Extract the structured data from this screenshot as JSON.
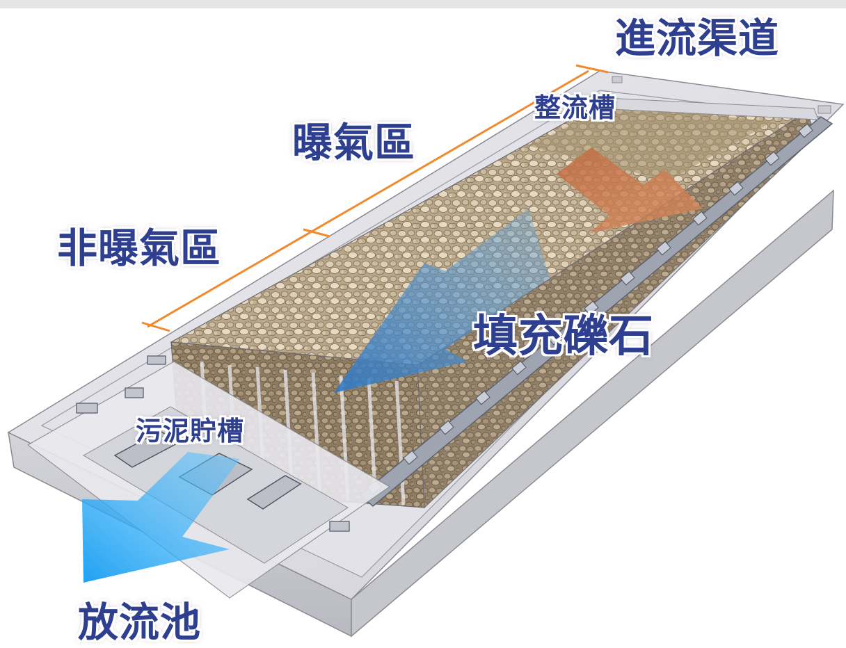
{
  "labels": {
    "inflow_channel": "進流渠道",
    "flow_tank": "整流槽",
    "aeration_zone": "曝氣區",
    "non_aeration_zone": "非曝氣區",
    "gravel_fill": "填充礫石",
    "sludge_tank": "污泥貯槽",
    "outflow_pool": "放流池"
  },
  "colors": {
    "label_text": "#2f3f8f",
    "dimension_line": "#f08a2c",
    "inflow_arrow": "#b8603a",
    "treatment_arrow": "#3f86cc",
    "outflow_arrow": "#1ea4f2",
    "concrete": "#dcdce2",
    "gravel": "#b09a7c"
  }
}
